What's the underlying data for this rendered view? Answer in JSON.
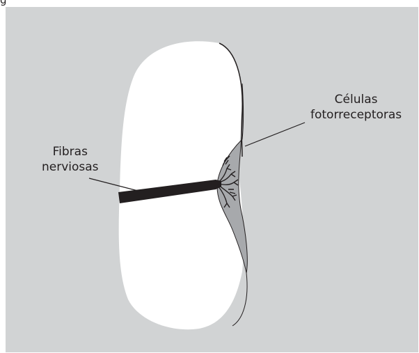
{
  "figure": {
    "partial_caption": "g"
  },
  "labels": {
    "nerve_fibers": [
      "Fibras",
      "nerviosas"
    ],
    "photoreceptor_cells": [
      "Células",
      "fotorreceptoras"
    ]
  },
  "colors": {
    "background_panel": "#d1d3d4",
    "organ_fill": "#ffffff",
    "photoreceptor_layer": "#a7a9ac",
    "nerve_bundle": "#231f20",
    "outline": "#231f20"
  }
}
